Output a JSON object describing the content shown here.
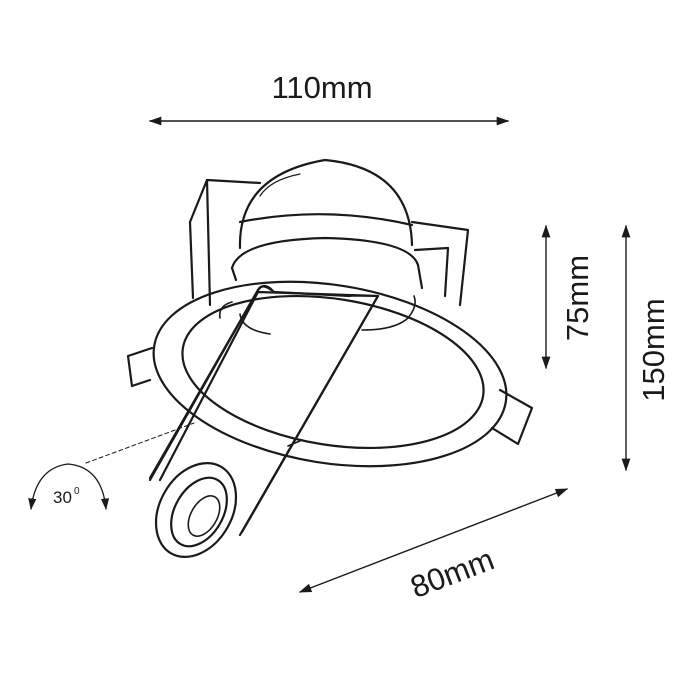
{
  "dimensions": {
    "width_top": "110mm",
    "height_inner": "75mm",
    "height_total": "150mm",
    "depth": "80mm"
  },
  "tilt": {
    "angle": "30",
    "unit_mark": "0"
  },
  "colors": {
    "stroke": "#1a1a1a",
    "background": "#ffffff"
  }
}
